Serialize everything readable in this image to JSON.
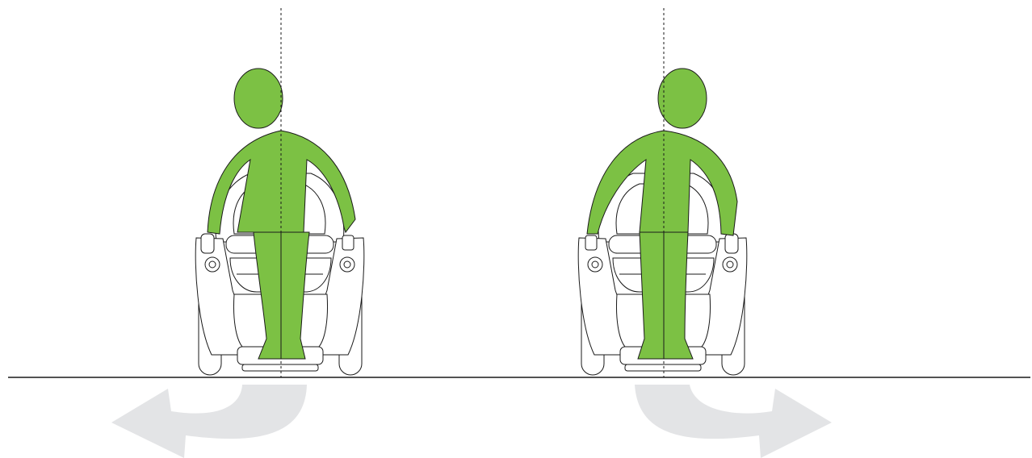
{
  "colors": {
    "background": "#ffffff",
    "body_fill": "#7cc144",
    "outline": "#1a1a1a",
    "arrow_fill": "#e3e4e6",
    "ground": "#1a1a1a"
  },
  "figures": [
    {
      "name": "figure-left",
      "lean": "left",
      "turn_arrow": "left"
    },
    {
      "name": "figure-right",
      "lean": "right",
      "turn_arrow": "right"
    }
  ]
}
